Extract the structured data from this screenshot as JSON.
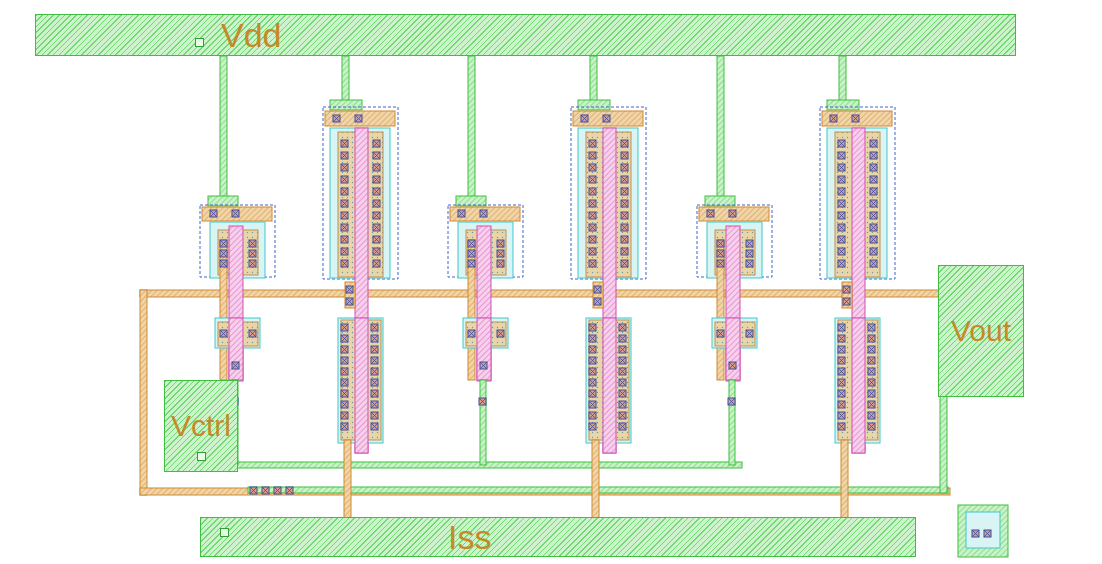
{
  "diagram": {
    "nodes": [
      {
        "text": [
          "Vdd"
        ]
      },
      {
        "text": [
          "Vctrl"
        ]
      },
      {
        "text": [
          "Vout"
        ]
      },
      {
        "text": [
          "Iss"
        ]
      }
    ]
  }
}
